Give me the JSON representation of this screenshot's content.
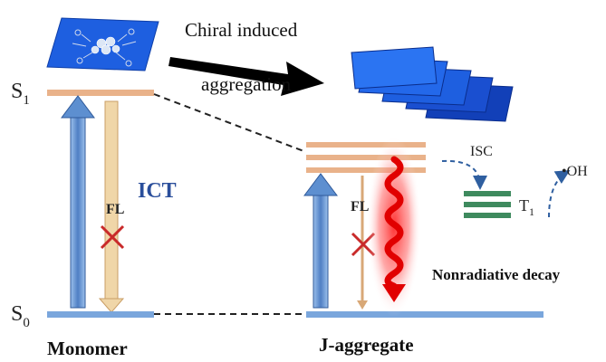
{
  "labels": {
    "s1": "S",
    "s1_sub": "1",
    "s0": "S",
    "s0_sub": "0",
    "arrow_line1": "Chiral induced",
    "arrow_line2": "aggregation",
    "ict": "ICT",
    "fl_left": "FL",
    "fl_right": "FL",
    "isc": "ISC",
    "t1": "T",
    "t1_sub": "1",
    "oh": "•OH",
    "nonradiative": "Nonradiative decay",
    "monomer": "Monomer",
    "jaggregate": "J-aggregate"
  },
  "colors": {
    "ground_level": "#7aa6dc",
    "excited_level": "#e9b28a",
    "up_arrow": "#4f7fc4",
    "down_arrow": "#f0d6a8",
    "cross": "#c92a2a",
    "ict_text": "#2a4e9b",
    "triplet": "#3e8a5e",
    "molecule_plate": "#1e5fe0",
    "nonrad_arrow": "#e10000"
  }
}
